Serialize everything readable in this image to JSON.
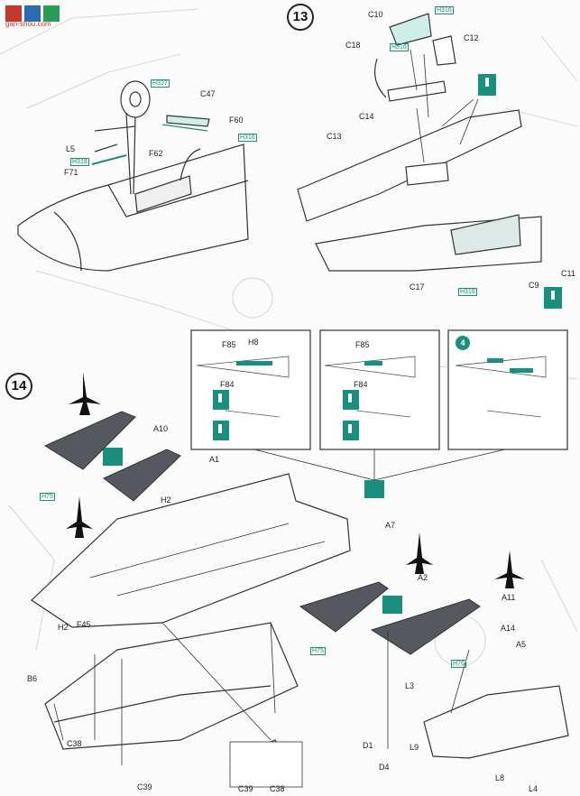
{
  "watermark": {
    "site": "gan-shou.com"
  },
  "steps": [
    {
      "number": "13"
    },
    {
      "number": "14"
    }
  ],
  "labels_step12": [
    "C47",
    "F60",
    "F62",
    "L5",
    "F71"
  ],
  "labels_step12_h": [
    "H327",
    "H316",
    "H318"
  ],
  "labels_step13": [
    "C10",
    "C12",
    "C18",
    "C14",
    "C13",
    "C11",
    "C9",
    "C17"
  ],
  "labels_step13_h": [
    "H316",
    "H316",
    "H316"
  ],
  "inset_options": [
    {
      "labels": [
        "F85",
        "H8",
        "F84"
      ]
    },
    {
      "labels": [
        "F85",
        "F84"
      ]
    },
    {
      "badge": "4"
    }
  ],
  "labels_step14": [
    "A10",
    "A1",
    "H2",
    "A7",
    "H2",
    "F45",
    "A2",
    "A11",
    "A14",
    "A5",
    "B6",
    "L3",
    "D1",
    "L9",
    "D4",
    "C38",
    "C39",
    "L8",
    "L4",
    "C39",
    "C38"
  ],
  "labels_step14_h": [
    "H75",
    "H75",
    "H76"
  ],
  "colors": {
    "accent": "#1a8f7d",
    "line": "#333333",
    "part_fill": "#55585e",
    "bg": "#fbfbfb"
  }
}
